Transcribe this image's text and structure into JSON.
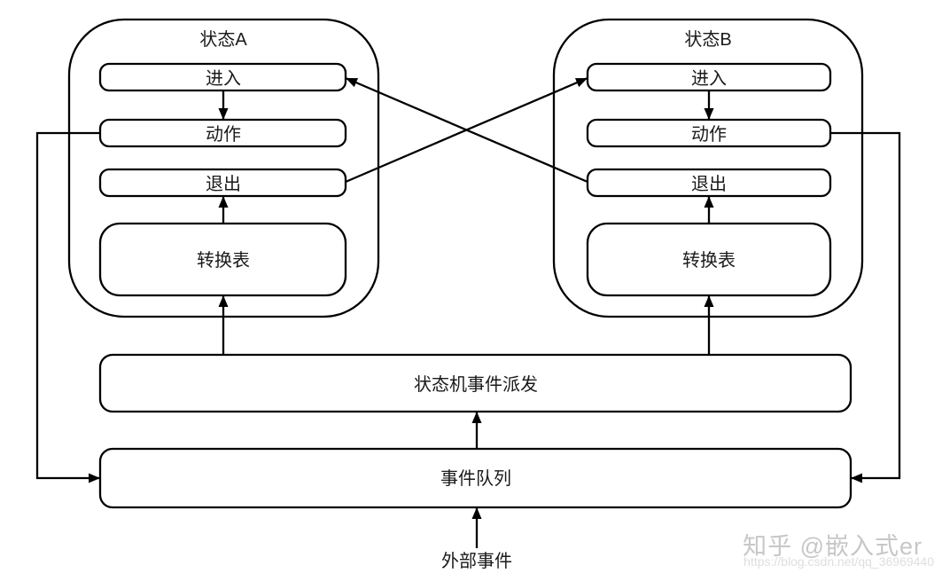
{
  "diagram": {
    "state_a": {
      "title": "状态A",
      "enter_label": "进入",
      "action_label": "动作",
      "exit_label": "退出",
      "table_label": "转换表"
    },
    "state_b": {
      "title": "状态B",
      "enter_label": "进入",
      "action_label": "动作",
      "exit_label": "退出",
      "table_label": "转换表"
    },
    "dispatcher_label": "状态机事件派发",
    "queue_label": "事件队列",
    "external_label": "外部事件",
    "colors": {
      "stroke": "#000000",
      "background": "#ffffff",
      "watermark_text": "#c7c7c7",
      "watermark_url": "#dedede"
    }
  },
  "watermark": {
    "brand": "知乎 @嵌入式er",
    "url": "https://blog.csdn.net/qq_36969440"
  }
}
